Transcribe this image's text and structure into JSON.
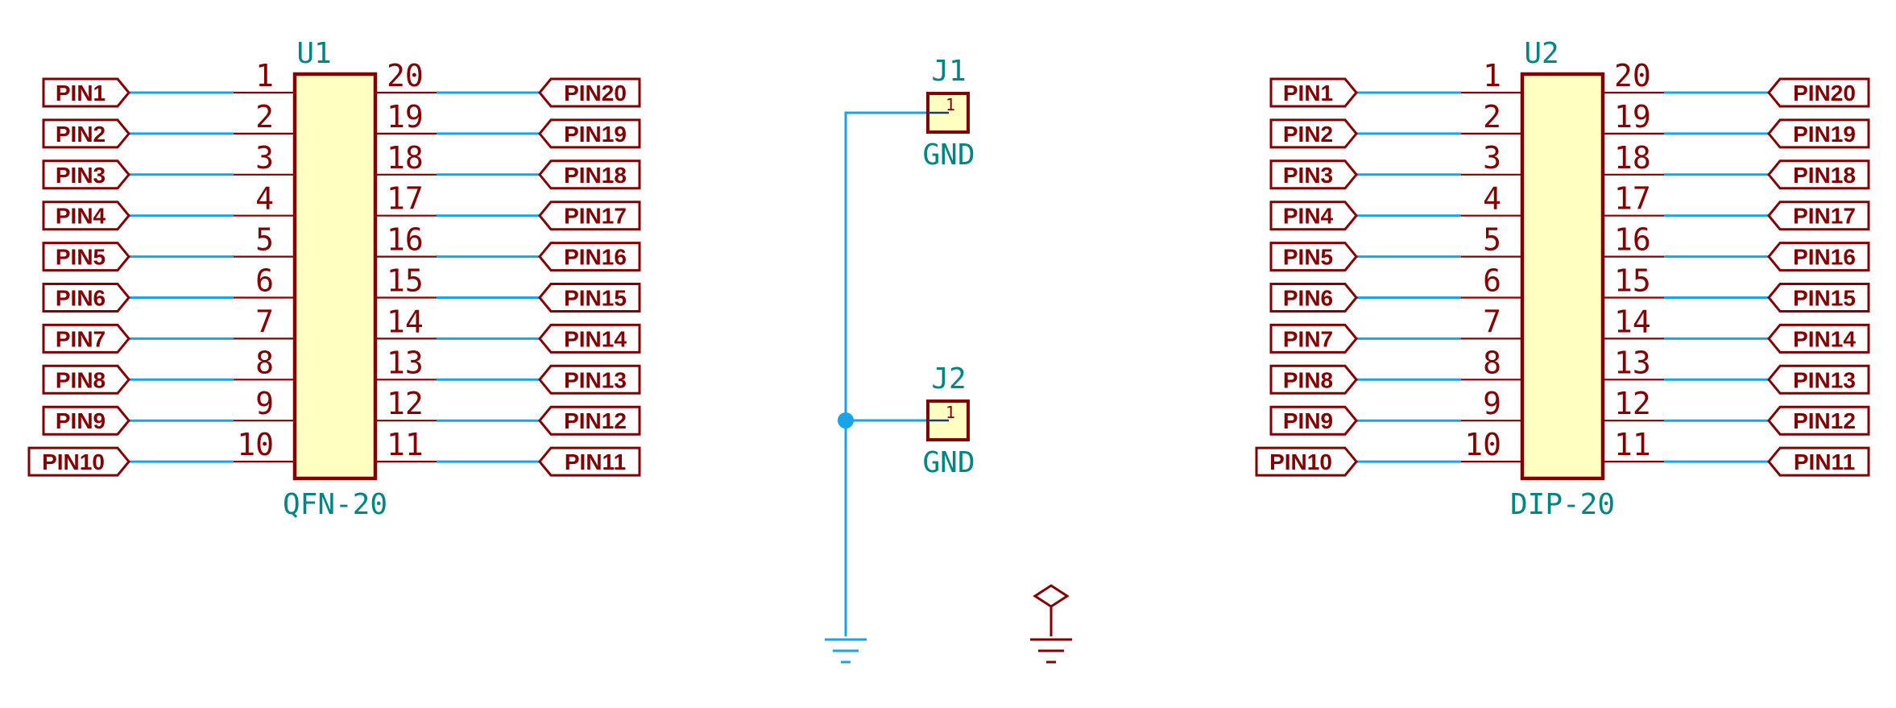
{
  "components": [
    {
      "ref": "U1",
      "value": "QFN-20",
      "left_pins": [
        {
          "num": "1",
          "label": "PIN1"
        },
        {
          "num": "2",
          "label": "PIN2"
        },
        {
          "num": "3",
          "label": "PIN3"
        },
        {
          "num": "4",
          "label": "PIN4"
        },
        {
          "num": "5",
          "label": "PIN5"
        },
        {
          "num": "6",
          "label": "PIN6"
        },
        {
          "num": "7",
          "label": "PIN7"
        },
        {
          "num": "8",
          "label": "PIN8"
        },
        {
          "num": "9",
          "label": "PIN9"
        },
        {
          "num": "10",
          "label": "PIN10"
        }
      ],
      "right_pins": [
        {
          "num": "20",
          "label": "PIN20"
        },
        {
          "num": "19",
          "label": "PIN19"
        },
        {
          "num": "18",
          "label": "PIN18"
        },
        {
          "num": "17",
          "label": "PIN17"
        },
        {
          "num": "16",
          "label": "PIN16"
        },
        {
          "num": "15",
          "label": "PIN15"
        },
        {
          "num": "14",
          "label": "PIN14"
        },
        {
          "num": "13",
          "label": "PIN13"
        },
        {
          "num": "12",
          "label": "PIN12"
        },
        {
          "num": "11",
          "label": "PIN11"
        }
      ]
    },
    {
      "ref": "U2",
      "value": "DIP-20",
      "left_pins": [
        {
          "num": "1",
          "label": "PIN1"
        },
        {
          "num": "2",
          "label": "PIN2"
        },
        {
          "num": "3",
          "label": "PIN3"
        },
        {
          "num": "4",
          "label": "PIN4"
        },
        {
          "num": "5",
          "label": "PIN5"
        },
        {
          "num": "6",
          "label": "PIN6"
        },
        {
          "num": "7",
          "label": "PIN7"
        },
        {
          "num": "8",
          "label": "PIN8"
        },
        {
          "num": "9",
          "label": "PIN9"
        },
        {
          "num": "10",
          "label": "PIN10"
        }
      ],
      "right_pins": [
        {
          "num": "20",
          "label": "PIN20"
        },
        {
          "num": "19",
          "label": "PIN19"
        },
        {
          "num": "18",
          "label": "PIN18"
        },
        {
          "num": "17",
          "label": "PIN17"
        },
        {
          "num": "16",
          "label": "PIN16"
        },
        {
          "num": "15",
          "label": "PIN15"
        },
        {
          "num": "14",
          "label": "PIN14"
        },
        {
          "num": "13",
          "label": "PIN13"
        },
        {
          "num": "12",
          "label": "PIN12"
        },
        {
          "num": "11",
          "label": "PIN11"
        }
      ]
    }
  ],
  "connectors": [
    {
      "ref": "J1",
      "value": "GND",
      "pin": "1"
    },
    {
      "ref": "J2",
      "value": "GND",
      "pin": "1"
    }
  ],
  "colors": {
    "component": "#840000",
    "body_fill": "#ffffc2",
    "reference": "#008484",
    "wire": "#1aa3e8"
  },
  "symbols": [
    "ground-symbol",
    "power-flag-symbol"
  ]
}
